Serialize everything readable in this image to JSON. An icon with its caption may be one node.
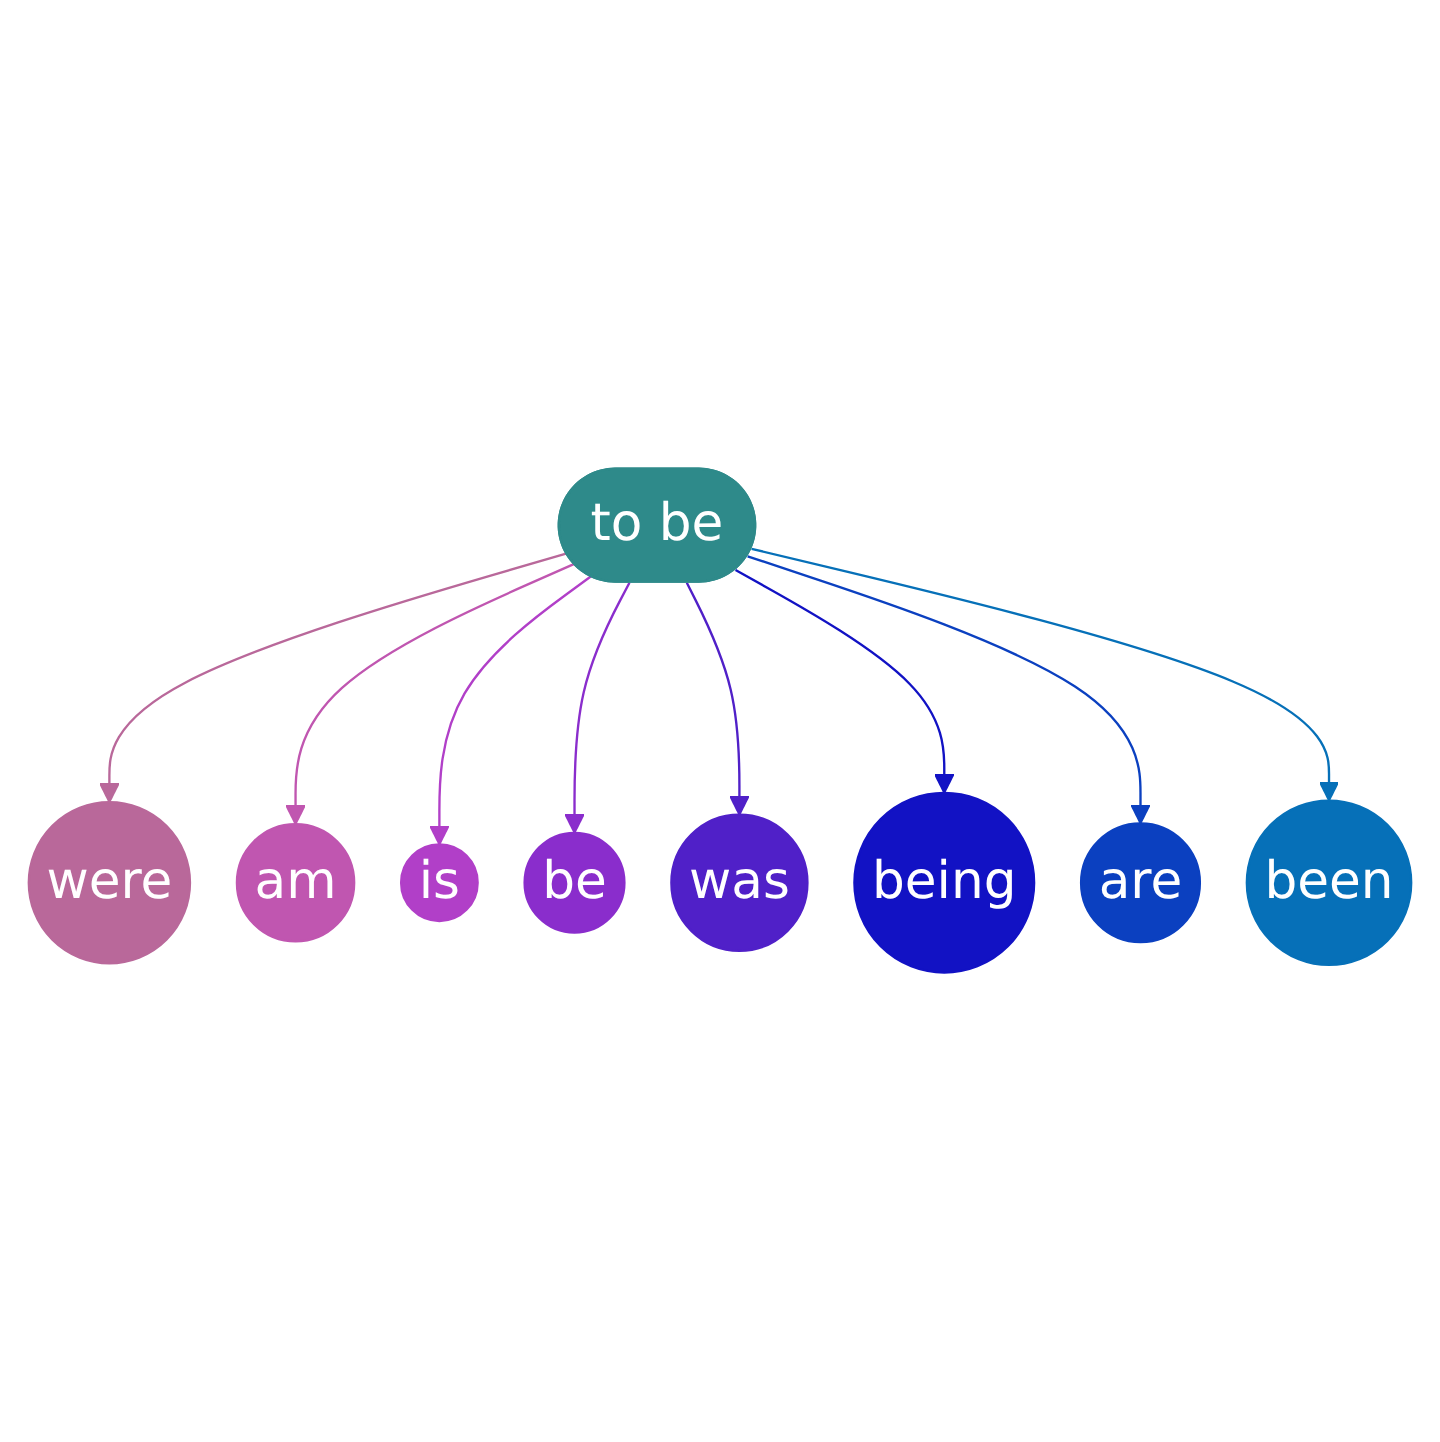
{
  "diagram": {
    "nodes": [
      {
        "text": [
          "to be"
        ]
      },
      {
        "text": [
          "were"
        ]
      },
      {
        "text": [
          "am"
        ]
      },
      {
        "text": [
          "is"
        ]
      },
      {
        "text": [
          "be"
        ]
      },
      {
        "text": [
          "was"
        ]
      },
      {
        "text": [
          "being"
        ]
      },
      {
        "text": [
          "are"
        ]
      },
      {
        "text": [
          "been"
        ]
      }
    ],
    "edges": [
      {
        "from": 0,
        "to": 1,
        "arrow": "to",
        "color": "#b9689a"
      },
      {
        "from": 0,
        "to": 2,
        "arrow": "to",
        "color": "#c056b0"
      },
      {
        "from": 0,
        "to": 3,
        "arrow": "to",
        "color": "#b13fc8"
      },
      {
        "from": 0,
        "to": 4,
        "arrow": "to",
        "color": "#8a2dcc"
      },
      {
        "from": 0,
        "to": 5,
        "arrow": "to",
        "color": "#5020c8"
      },
      {
        "from": 0,
        "to": 6,
        "arrow": "to",
        "color": "#1212c4"
      },
      {
        "from": 0,
        "to": 7,
        "arrow": "to",
        "color": "#0b40c0"
      },
      {
        "from": 0,
        "to": 8,
        "arrow": "to",
        "color": "#0670b8"
      }
    ]
  }
}
